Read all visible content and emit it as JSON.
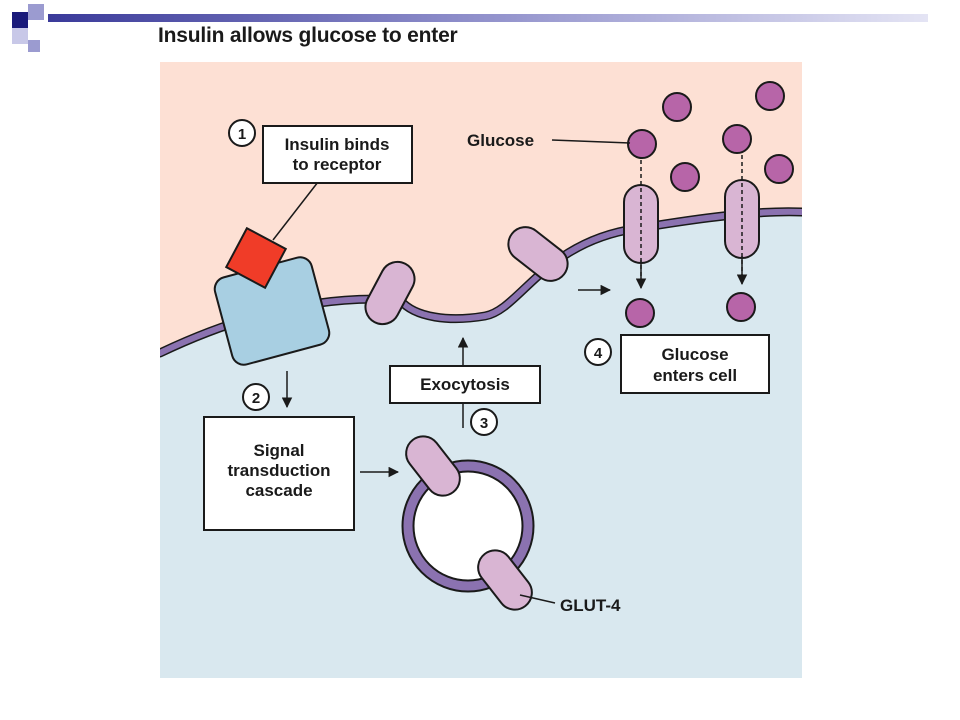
{
  "slide": {
    "title": "Insulin allows glucose to enter"
  },
  "labels": {
    "glucose": "Glucose",
    "glut4": "GLUT-4"
  },
  "steps": [
    {
      "number": "1",
      "lines": [
        "Insulin binds",
        "to receptor"
      ]
    },
    {
      "number": "2",
      "lines": [
        "Signal",
        "transduction",
        "cascade"
      ]
    },
    {
      "number": "3",
      "lines": [
        "Exocytosis"
      ]
    },
    {
      "number": "4",
      "lines": [
        "Glucose",
        "enters cell"
      ]
    }
  ],
  "colors": {
    "extracellular": "#fde0d4",
    "cytoplasm": "#d9e8ef",
    "membrane": "#8b72b0",
    "glut_transporter": "#d9b5d3",
    "glucose": "#b765a8",
    "insulin": "#f03c28",
    "receptor": "#a8cfe2",
    "slide_accent": "#1a1a7a"
  }
}
